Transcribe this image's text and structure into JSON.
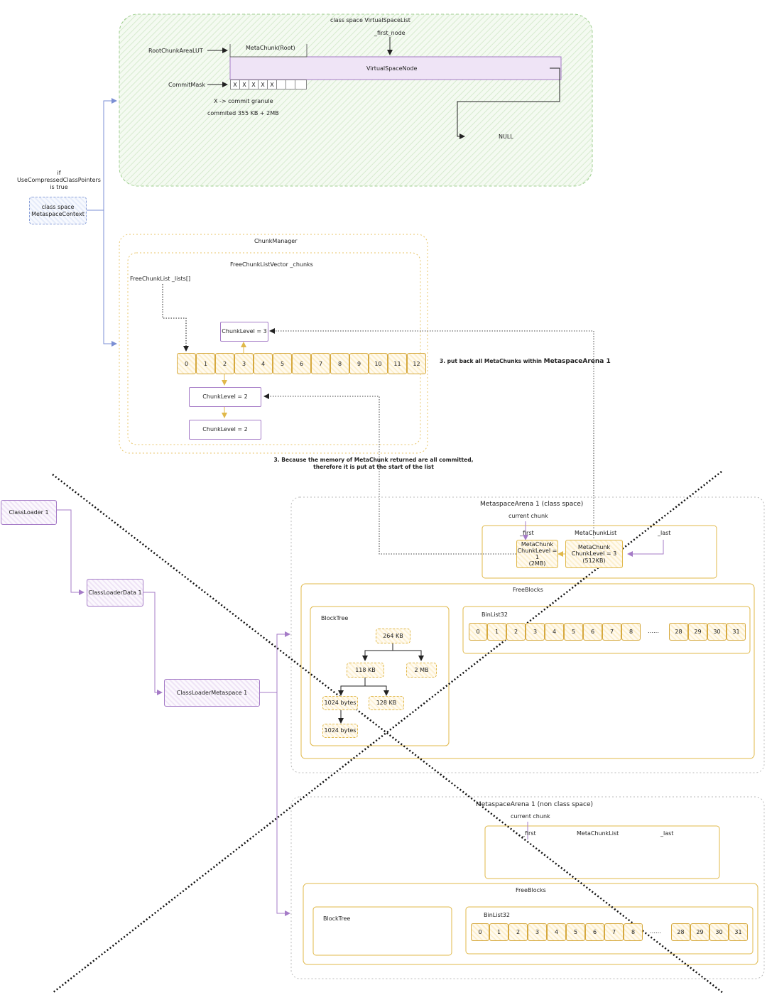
{
  "class_space_list": {
    "title": "class space VirtualSpaceList",
    "first_node": "_first_node",
    "root_chunk_lut": "RootChunkAreaLUT",
    "commit_mask": "CommitMask",
    "root_chunk": "MetaChunk(Root)",
    "node": "VirtualSpaceNode",
    "mask_cells": [
      "X",
      "X",
      "X",
      "X",
      "X",
      "",
      "",
      ""
    ],
    "legend": "X -> commit granule",
    "committed": "commited 355 KB + 2MB",
    "null_label": "NULL"
  },
  "condition": {
    "line1": "if",
    "line2": "UseCompressedClassPointers",
    "line3": "is true",
    "context_line1": "class space",
    "context_line2": "MetaspaceContext"
  },
  "chunk_manager": {
    "title": "ChunkManager",
    "vector": "FreeChunkListVector _chunks",
    "lists": "FreeChunkList _lists[]",
    "level_top": "ChunkLevel = 3",
    "level_mid": "ChunkLevel = 2",
    "level_bot": "ChunkLevel = 2",
    "indices": [
      "0",
      "1",
      "2",
      "3",
      "4",
      "5",
      "6",
      "7",
      "8",
      "9",
      "10",
      "11",
      "12"
    ]
  },
  "notes": {
    "put_back_prefix": "3. put back all MetaChunks within ",
    "put_back_bold": "MetaspaceArena 1",
    "committed_line1": "3. Because the memory of MetaChunk returned are all committed,",
    "committed_line2": "therefore it is put at the start of the list"
  },
  "class_loader": {
    "loader": "ClassLoader 1",
    "data": "ClassLoaderData 1",
    "metaspace": "ClassLoaderMetaspace 1"
  },
  "arena_class": {
    "title": "MetaspaceArena 1 (class space)",
    "current_chunk": "current chunk",
    "first": "_first",
    "list": "MetaChunkList",
    "last": "_last",
    "chunk1_line1": "MetaChunk",
    "chunk1_line2": "ChunkLevel = 1",
    "chunk1_line3": "(2MB)",
    "chunk2_line1": "MetaChunk",
    "chunk2_line2": "ChunkLevel = 3",
    "chunk2_line3": "(512KB)",
    "free_blocks": "FreeBlocks",
    "block_tree": "BlockTree",
    "tree_root": "264 KB",
    "tree_l": "118 KB",
    "tree_r": "2 MB",
    "tree_ll": "1024 bytes",
    "tree_lr": "128 KB",
    "tree_lll": "1024 bytes",
    "bin_list": "BinList32",
    "bins_a": [
      "0",
      "1",
      "2",
      "3",
      "4",
      "5",
      "6",
      "7",
      "8"
    ],
    "ellipsis": "……",
    "bins_b": [
      "28",
      "29",
      "30",
      "31"
    ]
  },
  "arena_nonclass": {
    "title": "MetaspaceArena 1 (non class space)",
    "current_chunk": "current chunk",
    "first": "_first",
    "list": "MetaChunkList",
    "last": "_last",
    "free_blocks": "FreeBlocks",
    "block_tree": "BlockTree",
    "bin_list": "BinList32",
    "bins_a": [
      "0",
      "1",
      "2",
      "3",
      "4",
      "5",
      "6",
      "7",
      "8"
    ],
    "ellipsis": "……",
    "bins_b": [
      "28",
      "29",
      "30",
      "31"
    ]
  },
  "colors": {
    "purple": "#a57bc7",
    "yellow": "#e0b84a",
    "blue": "#7b8fd4",
    "green": "#cfe5c7"
  }
}
